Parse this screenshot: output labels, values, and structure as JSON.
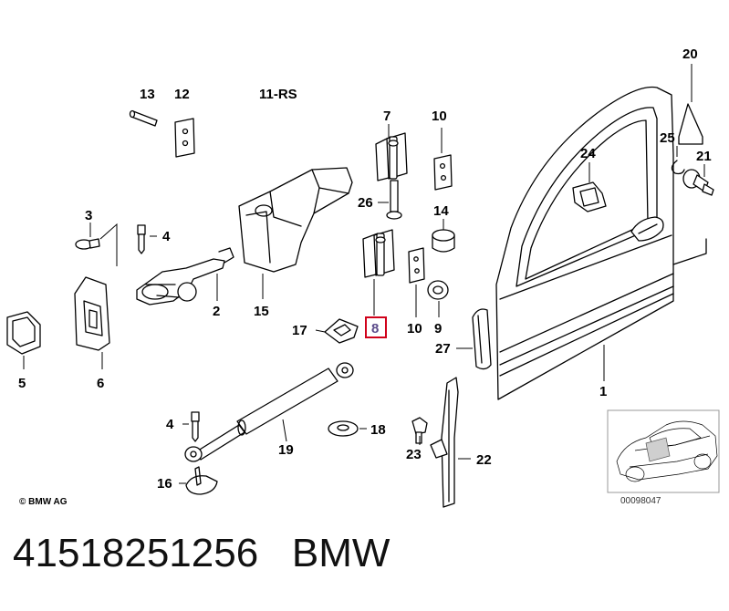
{
  "diagram": {
    "labels": {
      "p1": "1",
      "p2": "2",
      "p3": "3",
      "p4a": "4",
      "p4b": "4",
      "p5": "5",
      "p6": "6",
      "p7": "7",
      "p8": "8",
      "p9": "9",
      "p10a": "10",
      "p10b": "10",
      "p11": "11-RS",
      "p12": "12",
      "p13": "13",
      "p14": "14",
      "p15": "15",
      "p16": "16",
      "p17": "17",
      "p18": "18",
      "p19": "19",
      "p20": "20",
      "p21": "21",
      "p22": "22",
      "p23": "23",
      "p24": "24",
      "p25": "25",
      "p26": "26",
      "p27": "27"
    },
    "highlighted_part": "8",
    "highlight_color": "#d0021b",
    "copyright": "© BMW AG",
    "image_number": "00098047"
  },
  "caption": {
    "part_number": "41518251256",
    "brand": "BMW"
  }
}
